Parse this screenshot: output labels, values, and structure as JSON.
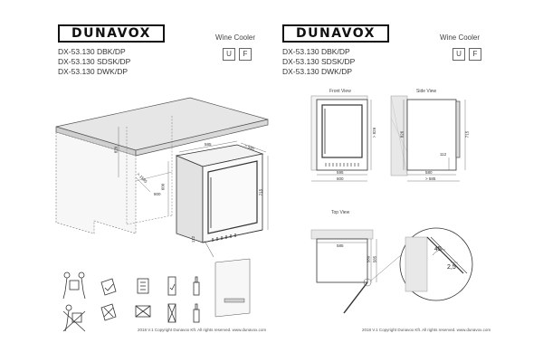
{
  "brand": "DUNAVOX",
  "product_type": "Wine Cooler",
  "models": [
    "DX-53.130 DBK/DP",
    "DX-53.130 SDSK/DP",
    "DX-53.130 DWK/DP"
  ],
  "badges": [
    "U",
    "F"
  ],
  "copyright": "2018 V.1 Copyright Dunavox Kft. All rights reserved.    www.dunavox.com",
  "left_sheet": {
    "dimensions": {
      "d820": "820",
      "d1585": "> 1585",
      "d600": "600",
      "d585": "585",
      "d580": "> 580",
      "d715": "715",
      "d800": "800",
      "d112": "112"
    }
  },
  "right_sheet": {
    "front_view": {
      "label": "Front View",
      "height": "> 826",
      "width_inner": "595",
      "width_outer": "600"
    },
    "side_view": {
      "label": "Side View",
      "height": "826",
      "right_height": "715",
      "bottom": "112",
      "depth_inner": "580",
      "depth_outer": "> 585"
    },
    "top_view": {
      "label": "Top View",
      "width": "585",
      "side_a": "580",
      "side_b": "585",
      "angle": "45",
      "gap": "2,5"
    }
  }
}
